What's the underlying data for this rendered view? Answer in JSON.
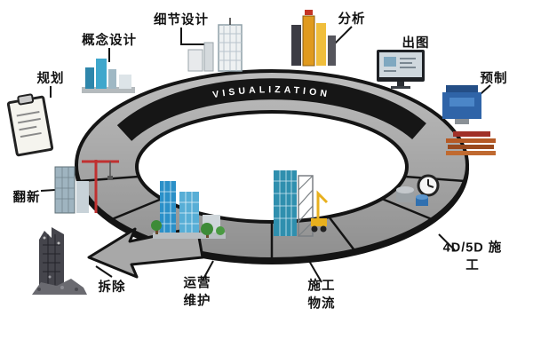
{
  "ring": {
    "visualization_label": "VISUALIZATION"
  },
  "stages": {
    "planning": "规划",
    "concept_design": "概念设计",
    "detail_design": "细节设计",
    "analysis": "分析",
    "drawing_output": "出图",
    "prefabrication": "预制",
    "construction_4d5d": "4D/5D 施工",
    "construction_logistics": "施工\n物流",
    "operation_maintenance": "运营\n维护",
    "demolition": "拆除",
    "renovation": "翻新"
  },
  "colors": {
    "ring_gray": "#a8a8a8",
    "band_black": "#161616"
  }
}
